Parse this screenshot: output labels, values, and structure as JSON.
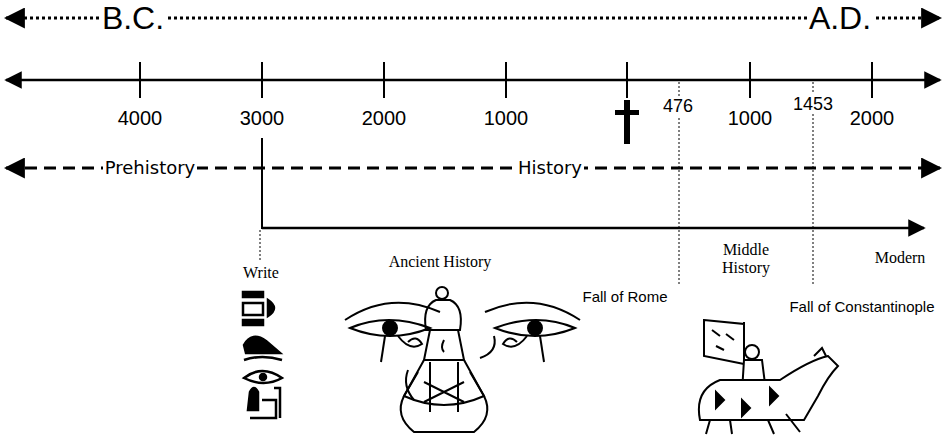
{
  "diagram": {
    "labels": [
      "B.C.",
      "A.D.",
      "4000",
      "3000",
      "2000",
      "1000",
      "476",
      "1000",
      "1453",
      "2000",
      "Prehistory",
      "History",
      "Write",
      "Ancient History",
      "Middle History",
      "Modern",
      "Fall of Rome",
      "Fall of Constantinople"
    ]
  }
}
